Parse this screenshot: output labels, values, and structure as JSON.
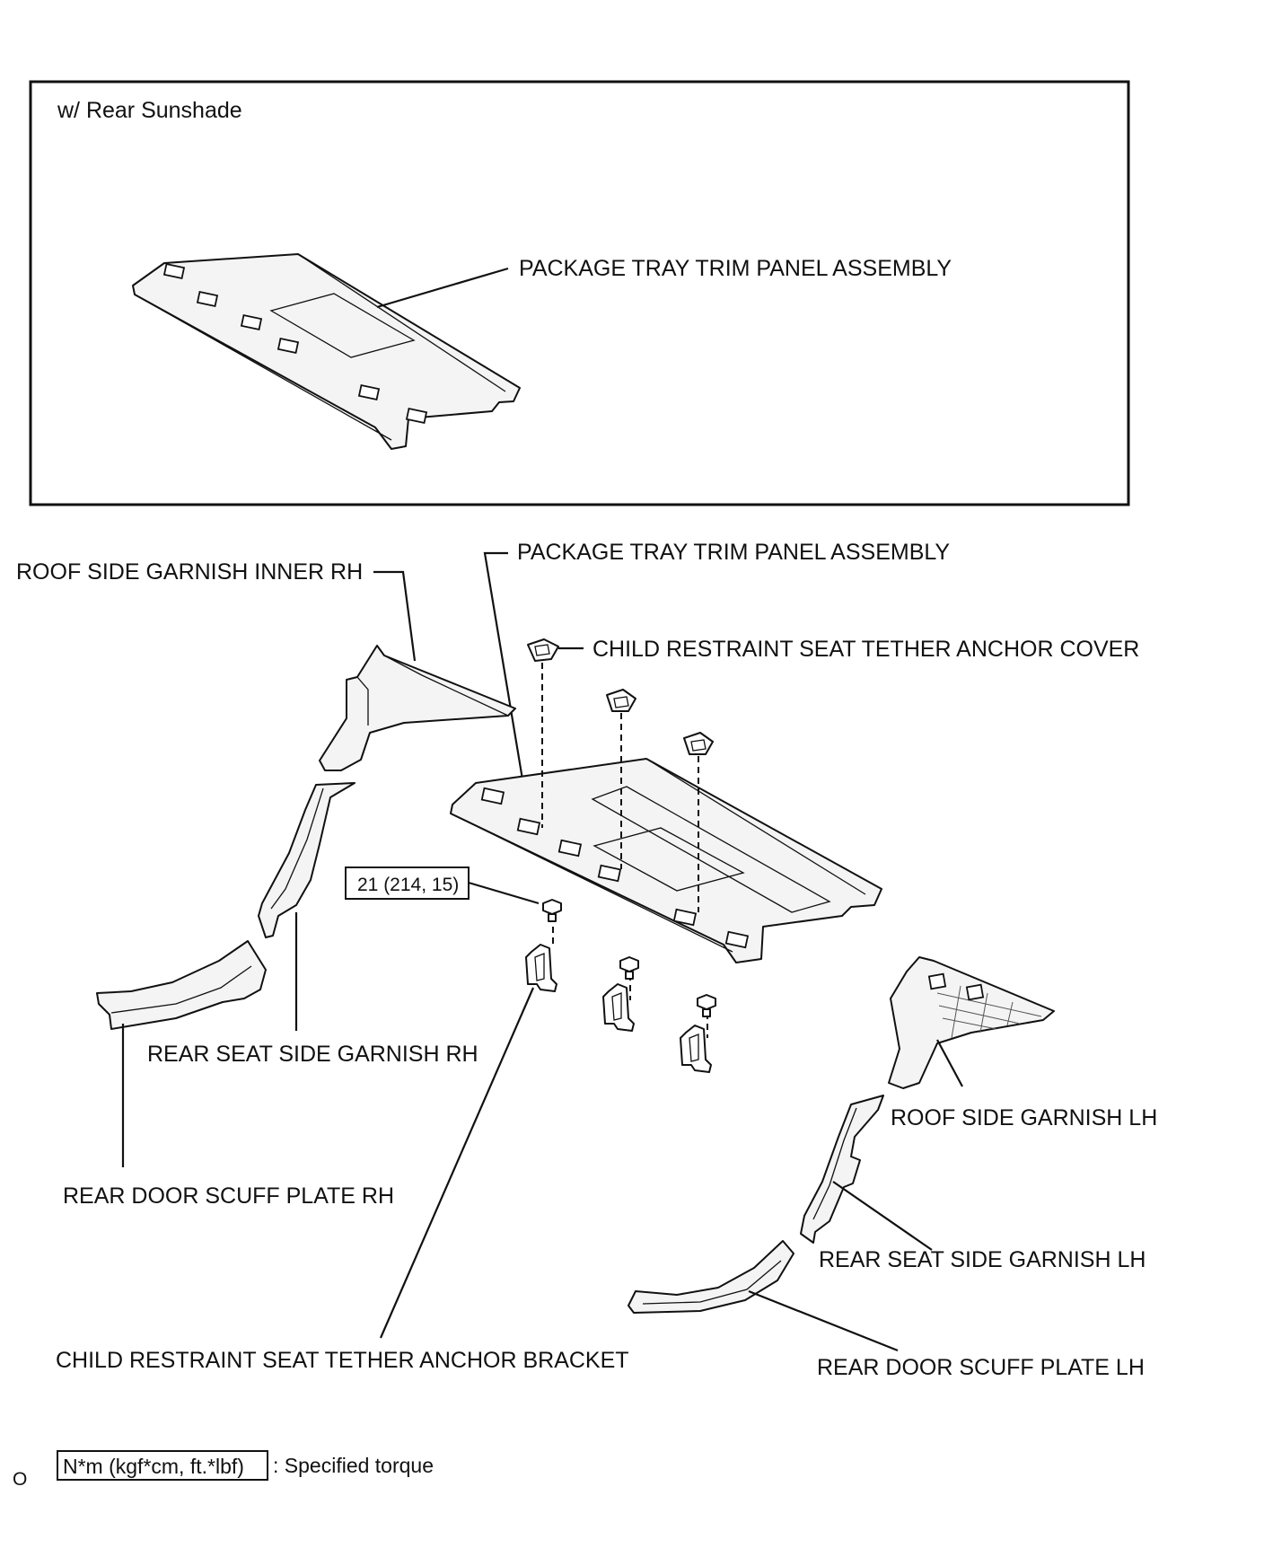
{
  "inset": {
    "title": "w/ Rear Sunshade",
    "part_label": "PACKAGE TRAY TRIM PANEL ASSEMBLY"
  },
  "labels": {
    "package_tray": "PACKAGE TRAY TRIM PANEL  ASSEMBLY",
    "roof_side_garnish_inner_rh": "ROOF SIDE GARNISH INNER RH",
    "child_seat_anchor_cover": "CHILD RESTRAINT SEAT TETHER ANCHOR COVER",
    "torque_value": "21 (214, 15)",
    "rear_seat_side_garnish_rh": "REAR SEAT SIDE GARNISH RH",
    "rear_door_scuff_plate_rh": "REAR DOOR SCUFF PLATE RH",
    "roof_side_garnish_lh": "ROOF SIDE GARNISH LH",
    "rear_seat_side_garnish_lh": "REAR SEAT SIDE GARNISH LH",
    "child_seat_anchor_bracket": "CHILD RESTRAINT SEAT TETHER ANCHOR BRACKET",
    "rear_door_scuff_plate_lh": "REAR DOOR SCUFF PLATE LH"
  },
  "legend": {
    "box_text": "N*m (kgf*cm, ft.*lbf)",
    "description": ": Specified torque",
    "corner_mark": "O"
  }
}
